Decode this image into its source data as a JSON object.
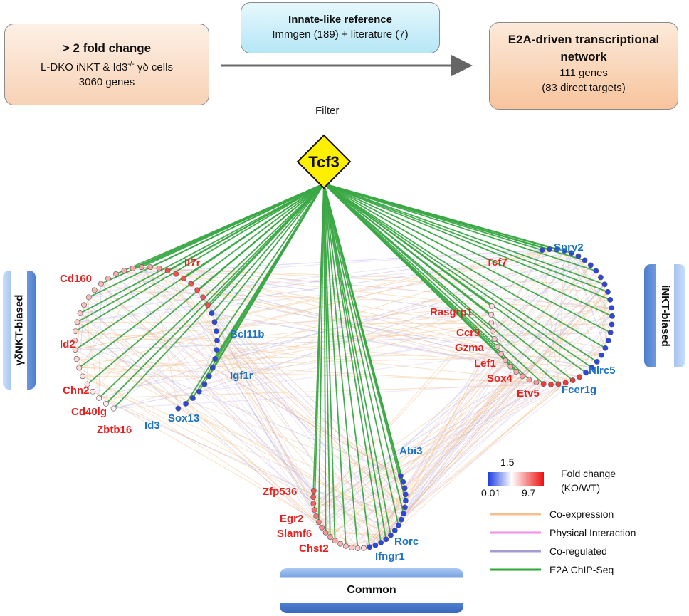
{
  "header": {
    "left_box": {
      "title": "> 2 fold change",
      "line2_prefix": "L-DKO iNKT & Id3",
      "line2_sup": "-/-",
      "line2_suffix": " γδ cells",
      "line3": "3060 genes"
    },
    "mid_box": {
      "title": "Innate-like reference",
      "line2": "Immgen (189) + literature (7)"
    },
    "right_box": {
      "title_line1": "E2A-driven transcriptional",
      "title_line2": "network",
      "line2": "111 genes",
      "line3": "(83 direct targets)"
    },
    "filter_label": "Filter"
  },
  "network": {
    "hub_label": "Tcf3",
    "groups": {
      "left": "γδNKT-biased",
      "right": "iNKT-biased",
      "bottom": "Common"
    },
    "left_labels": [
      {
        "text": "Cd160",
        "color": "red"
      },
      {
        "text": "Il7r",
        "color": "red"
      },
      {
        "text": "Id2",
        "color": "red"
      },
      {
        "text": "Bcl11b",
        "color": "blue"
      },
      {
        "text": "Igf1r",
        "color": "blue"
      },
      {
        "text": "Chn2",
        "color": "red"
      },
      {
        "text": "Cd40lg",
        "color": "red"
      },
      {
        "text": "Zbtb16",
        "color": "red"
      },
      {
        "text": "Id3",
        "color": "blue"
      },
      {
        "text": "Sox13",
        "color": "blue"
      }
    ],
    "right_labels": [
      {
        "text": "Spry2",
        "color": "blue"
      },
      {
        "text": "Tcf7",
        "color": "red"
      },
      {
        "text": "Rasgrp1",
        "color": "red"
      },
      {
        "text": "Ccr9",
        "color": "red"
      },
      {
        "text": "Gzma",
        "color": "red"
      },
      {
        "text": "Lef1",
        "color": "red"
      },
      {
        "text": "Sox4",
        "color": "red"
      },
      {
        "text": "Etv5",
        "color": "red"
      },
      {
        "text": "Nlrc5",
        "color": "blue"
      },
      {
        "text": "Fcer1g",
        "color": "blue"
      }
    ],
    "bottom_labels": [
      {
        "text": "Abi3",
        "color": "blue"
      },
      {
        "text": "Zfp536",
        "color": "red"
      },
      {
        "text": "Egr2",
        "color": "red"
      },
      {
        "text": "Slamf6",
        "color": "red"
      },
      {
        "text": "Chst2",
        "color": "red"
      },
      {
        "text": "Rorc",
        "color": "blue"
      },
      {
        "text": "Ifngr1",
        "color": "blue"
      }
    ]
  },
  "legend": {
    "scale_mid": "1.5",
    "scale_min": "0.01",
    "scale_max": "9.7",
    "scale_title_line1": "Fold change",
    "scale_title_line2": "(KO/WT)",
    "items": [
      {
        "label": "Co-expression",
        "color": "#f3c08e"
      },
      {
        "label": "Physical Interaction",
        "color": "#f08ee8"
      },
      {
        "label": "Co-regulated",
        "color": "#a79bd6"
      },
      {
        "label": "E2A ChIP-Seq",
        "color": "#2ea63a"
      }
    ]
  },
  "colors": {
    "red_label": "#e8201f",
    "blue_label": "#1c73c1",
    "chip_green": "#3aa845",
    "hub_fill": "#ffef00"
  }
}
